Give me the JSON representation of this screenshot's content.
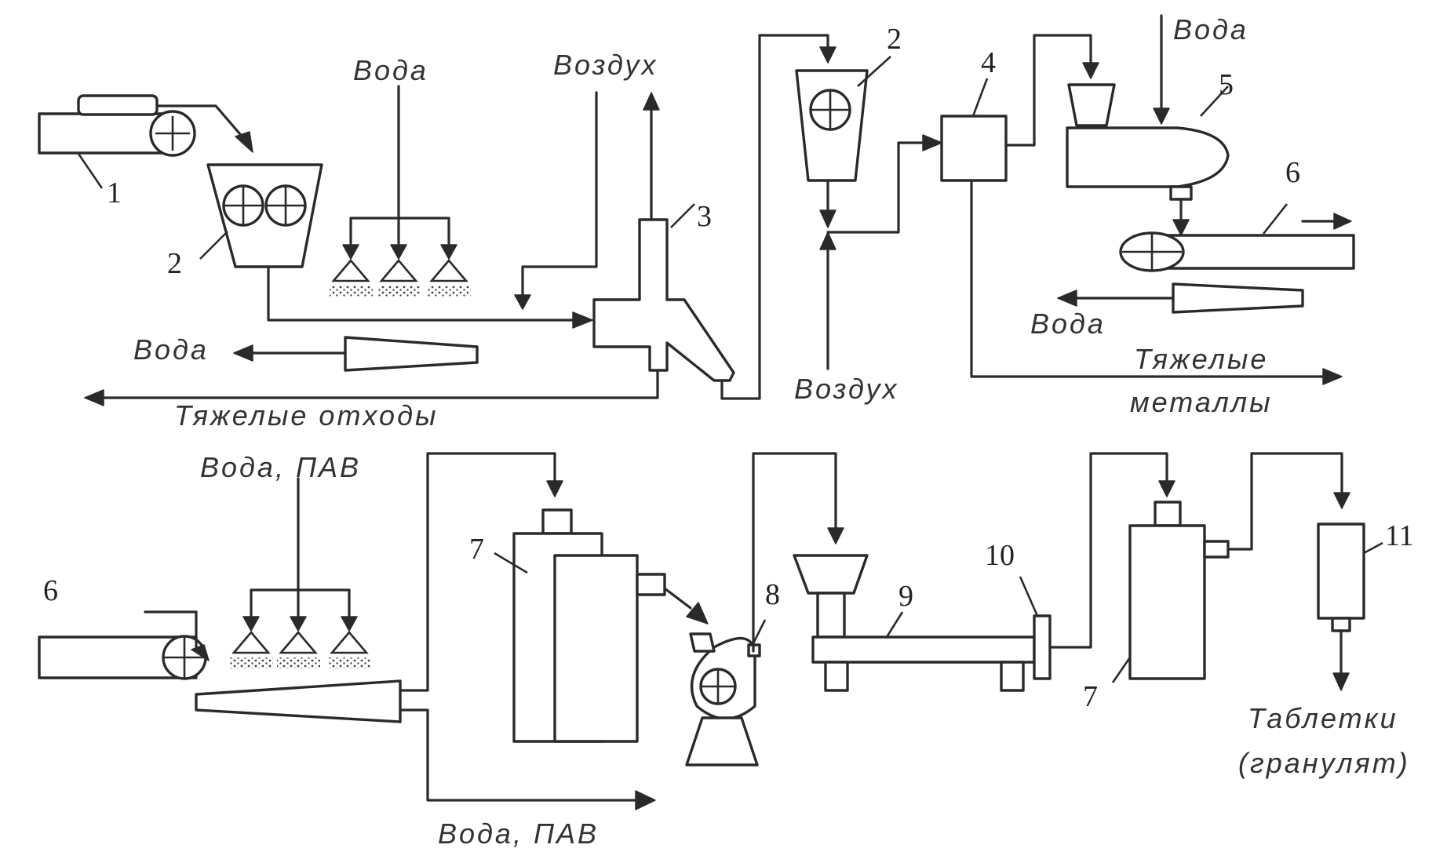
{
  "equipment_numbers": {
    "n1": "1",
    "n2a": "2",
    "n2b": "2",
    "n3": "3",
    "n4": "4",
    "n5": "5",
    "n6a": "6",
    "n6b": "6",
    "n7a": "7",
    "n7b": "7",
    "n8": "8",
    "n9": "9",
    "n10": "10",
    "n11": "11"
  },
  "stream_labels": {
    "water_1": "Вода",
    "air_1": "Воздух",
    "water_2": "Вода",
    "heavy_waste": "Тяжелые отходы",
    "air_2": "Воздух",
    "water_3": "Вода",
    "water_4": "Вода",
    "heavy_metals_1": "Тяжелые",
    "heavy_metals_2": "металлы",
    "water_surfactant_in": "Вода, ПАВ",
    "water_surfactant_out": "Вода, ПАВ",
    "tablets_1": "Таблетки",
    "tablets_2": "(гранулят)"
  }
}
